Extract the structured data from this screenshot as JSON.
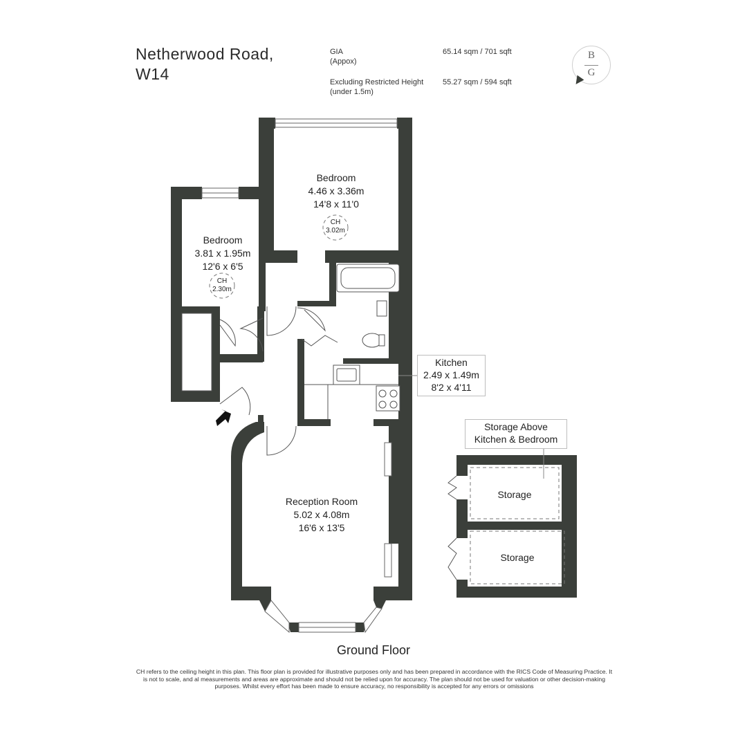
{
  "header": {
    "address_line1": "Netherwood Road,",
    "address_line2": "W14",
    "gia_label": "GIA",
    "gia_sub": "(Appox)",
    "gia_value": "65.14 sqm  /  701 sqft",
    "excl_label": "Excluding Restricted Height",
    "excl_sub": "(under 1.5m)",
    "excl_value": "55.27 sqm  /  594 sqft"
  },
  "logo": {
    "top": "B",
    "bottom": "G"
  },
  "rooms": {
    "bedroom1": {
      "name": "Bedroom",
      "metric": "4.46 x 3.36m",
      "imperial": "14'8 x 11'0",
      "ch_label": "CH",
      "ch_value": "3.02m"
    },
    "bedroom2": {
      "name": "Bedroom",
      "metric": "3.81 x 1.95m",
      "imperial": "12'6 x 6'5",
      "ch_label": "CH",
      "ch_value": "2.30m"
    },
    "kitchen": {
      "name": "Kitchen",
      "metric": "2.49 x 1.49m",
      "imperial": "8'2 x 4'11"
    },
    "reception": {
      "name": "Reception Room",
      "metric": "5.02 x 4.08m",
      "imperial": "16'6 x 13'5"
    },
    "storage_above": {
      "line1": "Storage Above",
      "line2": "Kitchen & Bedroom"
    },
    "storage1": "Storage",
    "storage2": "Storage"
  },
  "floor_label": "Ground Floor",
  "disclaimer": "CH refers to the ceiling height in this plan. This floor plan is provided for illustrative purposes only and has been prepared in accordance with the RICS Code of Measuring Practice. It is not to scale, and al measurements and areas are approximate and should not be relied upon for accuracy. The plan should not be used for valuation or other decision-making purposes. Whilst every effort has been made to ensure accuracy, no responsibility is accepted for any errors or omissions",
  "colors": {
    "wall": "#3b3f3a",
    "line": "#555555",
    "text": "#222222"
  }
}
